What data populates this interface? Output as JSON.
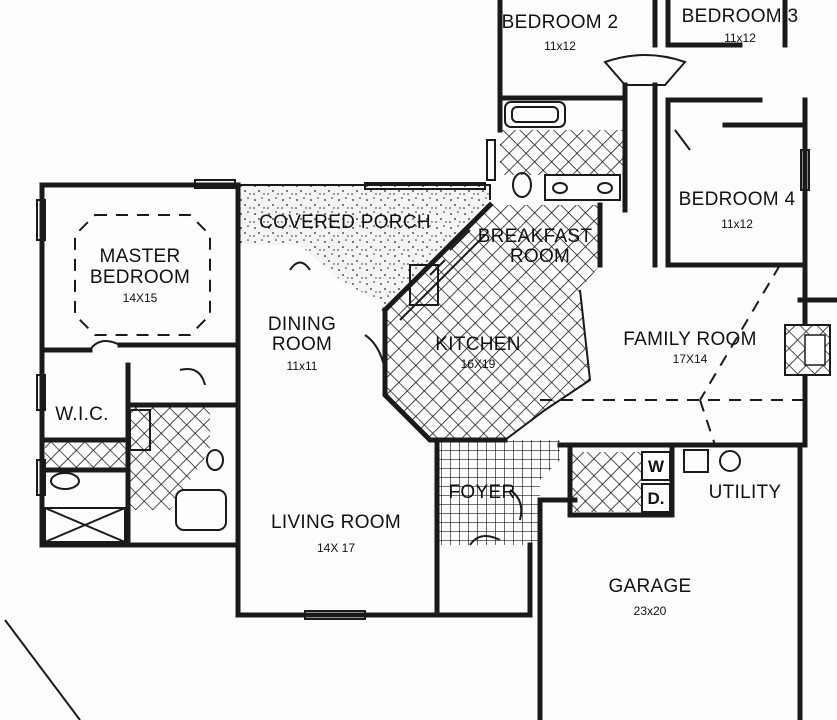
{
  "rooms": {
    "bedroom2": {
      "name": "BEDROOM 2",
      "size": "11x12"
    },
    "bedroom3": {
      "name": "BEDROOM 3",
      "size": "11x12"
    },
    "bedroom4": {
      "name": "BEDROOM 4",
      "size": "11x12"
    },
    "master": {
      "name_line1": "MASTER",
      "name_line2": "BEDROOM",
      "size": "14X15"
    },
    "porch": {
      "name": "COVERED PORCH"
    },
    "breakfast": {
      "name_line1": "BREAKFAST",
      "name_line2": "ROOM"
    },
    "dining": {
      "name_line1": "DINING",
      "name_line2": "ROOM",
      "size": "11x11"
    },
    "kitchen": {
      "name": "KITCHEN",
      "size": "16X19"
    },
    "family": {
      "name": "FAMILY ROOM",
      "size": "17X14"
    },
    "wic": {
      "name": "W.I.C."
    },
    "living": {
      "name": "LIVING ROOM",
      "size": "14X 17"
    },
    "foyer": {
      "name": "FOYER"
    },
    "utility": {
      "name": "UTILITY",
      "washer": "W",
      "dryer": "D."
    },
    "garage": {
      "name": "GARAGE",
      "size": "23x20"
    }
  },
  "colors": {
    "ink": "#1a1a1a",
    "paper": "#fdfdfd"
  }
}
